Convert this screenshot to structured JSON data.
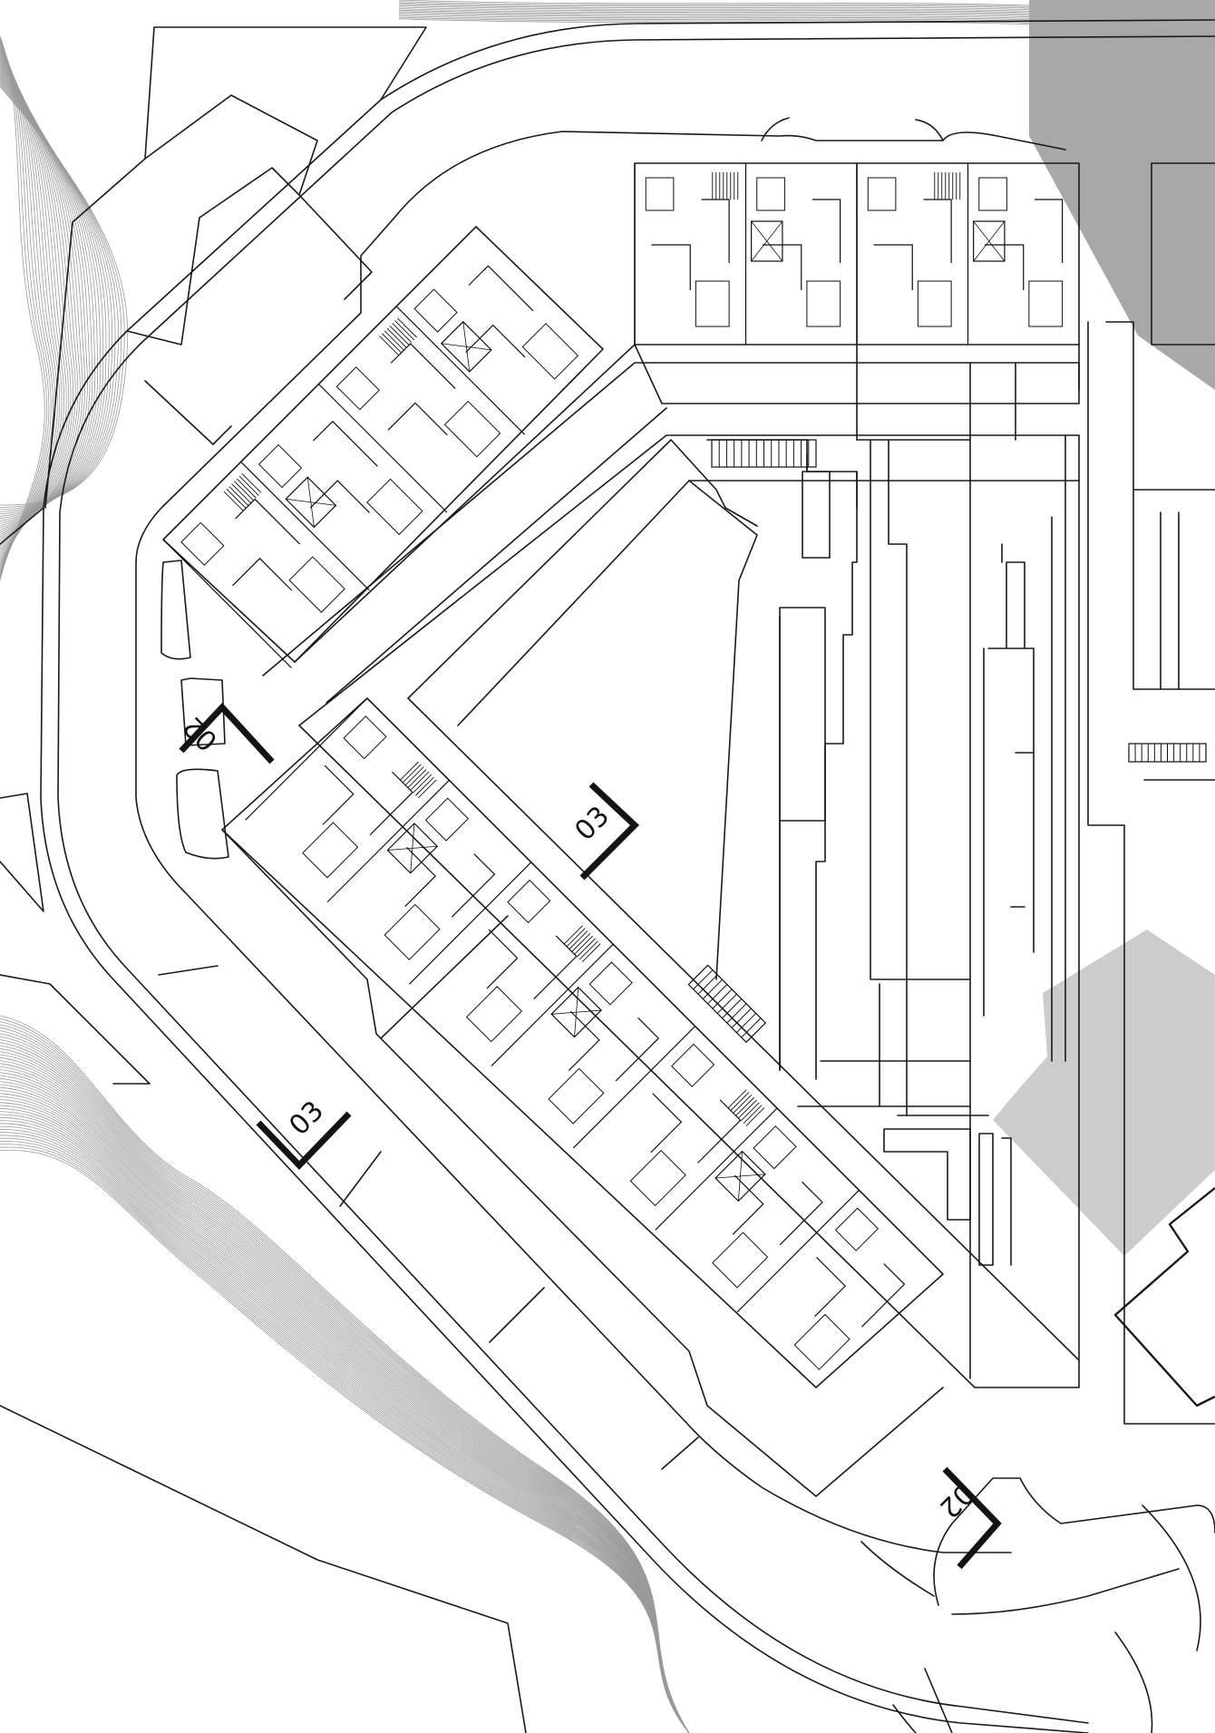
{
  "colors": {
    "background": "#ffffff",
    "linework": "#1a1a1a",
    "contours": "#9a9a9a",
    "shaded_dark": "#a8a8a8",
    "shaded_light": "#cccccc"
  },
  "section_marks": [
    {
      "id": "upper-left",
      "label": "02"
    },
    {
      "id": "center",
      "label": "03"
    },
    {
      "id": "lower-left",
      "label": "03"
    },
    {
      "id": "lower-right",
      "label": "02"
    }
  ]
}
